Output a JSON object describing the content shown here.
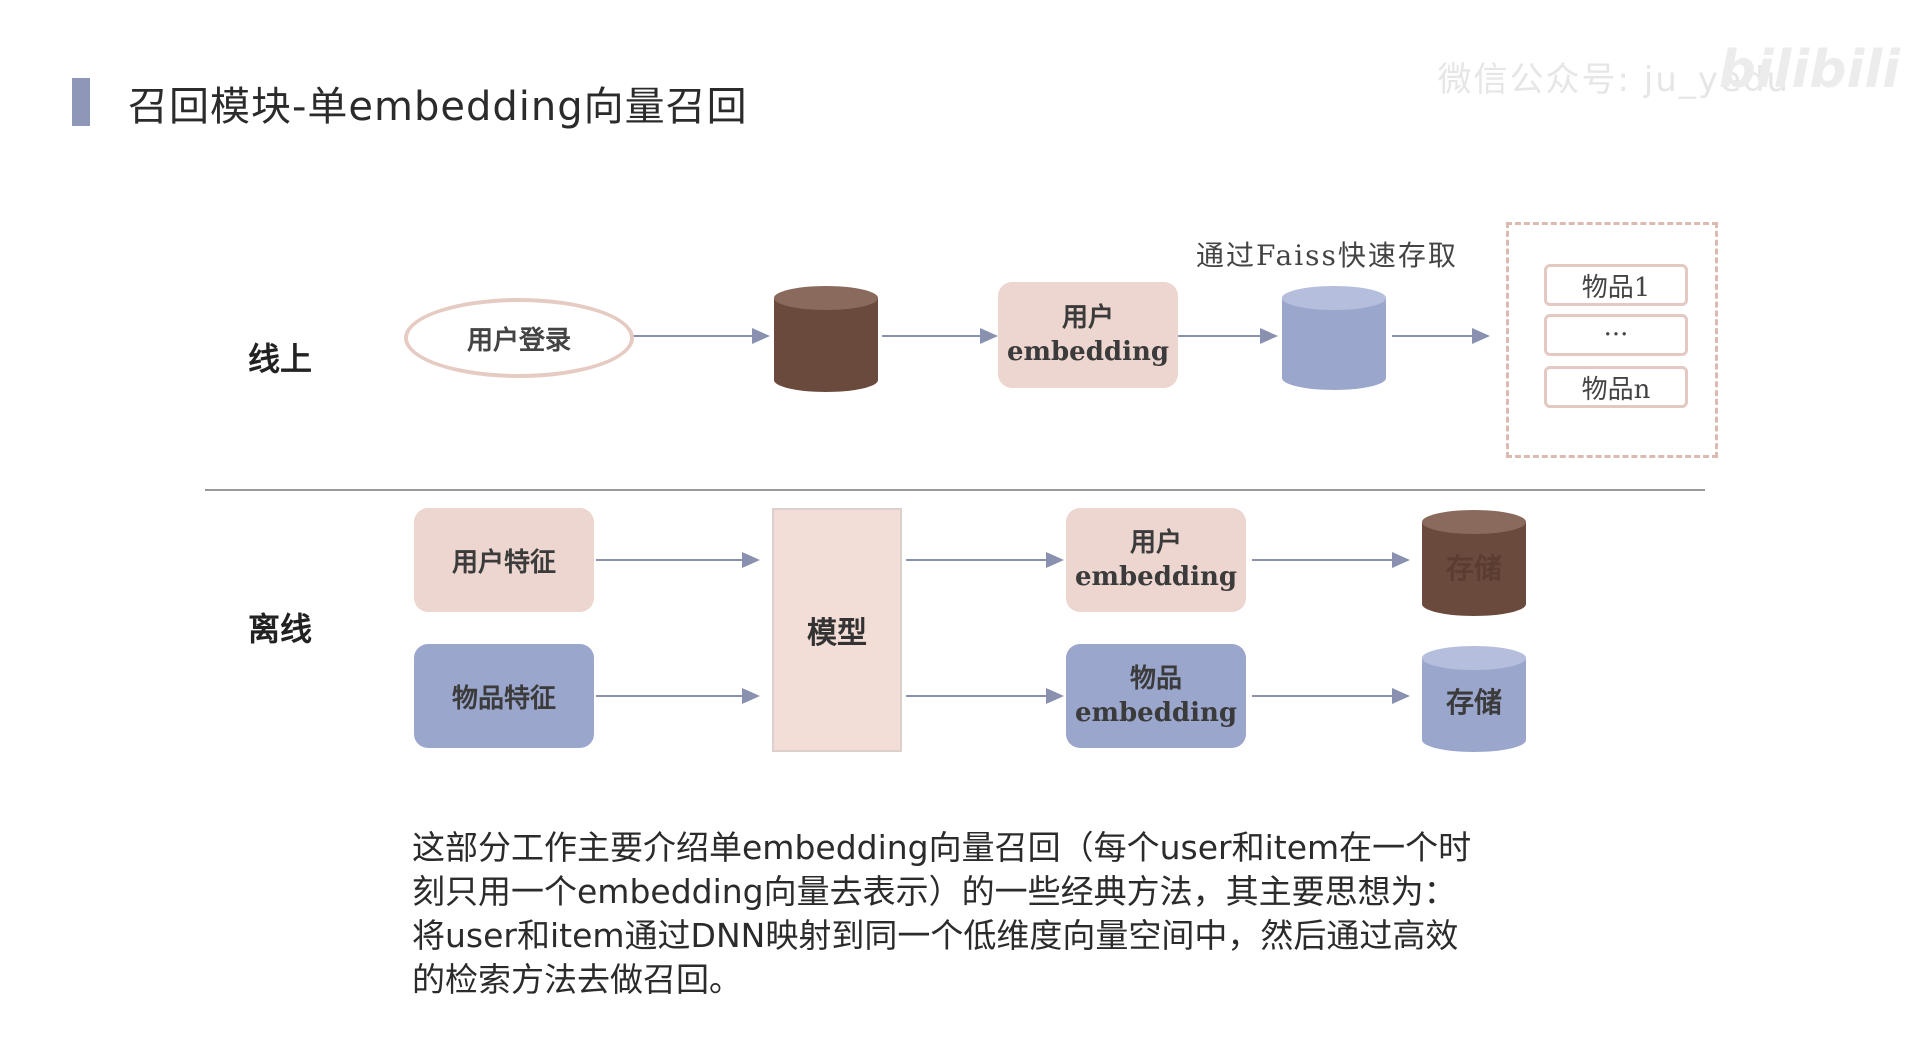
{
  "title": "召回模块-单embedding向量召回",
  "watermark": "微信公众号: ju_yedu",
  "watermark_logo": "bilibili",
  "colors": {
    "pink": "#ecd6cf",
    "blue": "#9ba6cd",
    "brown": "#6b4a3e",
    "accent_bar": "#8e97b8"
  },
  "online": {
    "label": "线上",
    "login": "用户登录",
    "user_embedding_line1": "用户",
    "user_embedding_line2": "embedding",
    "faiss_note": "通过Faiss快速存取",
    "items": [
      "物品1",
      "···",
      "物品n"
    ]
  },
  "offline": {
    "label": "离线",
    "user_feature": "用户特征",
    "item_feature": "物品特征",
    "model": "模型",
    "user_embedding_line1": "用户",
    "user_embedding_line2": "embedding",
    "item_embedding_line1": "物品",
    "item_embedding_line2": "embedding",
    "storage_user": "存储",
    "storage_item": "存储"
  },
  "description": "这部分工作主要介绍单embedding向量召回（每个user和item在一个时刻只用一个embedding向量去表示）的一些经典方法，其主要思想为：将user和item通过DNN映射到同一个低维度向量空间中，然后通过高效的检索方法去做召回。"
}
